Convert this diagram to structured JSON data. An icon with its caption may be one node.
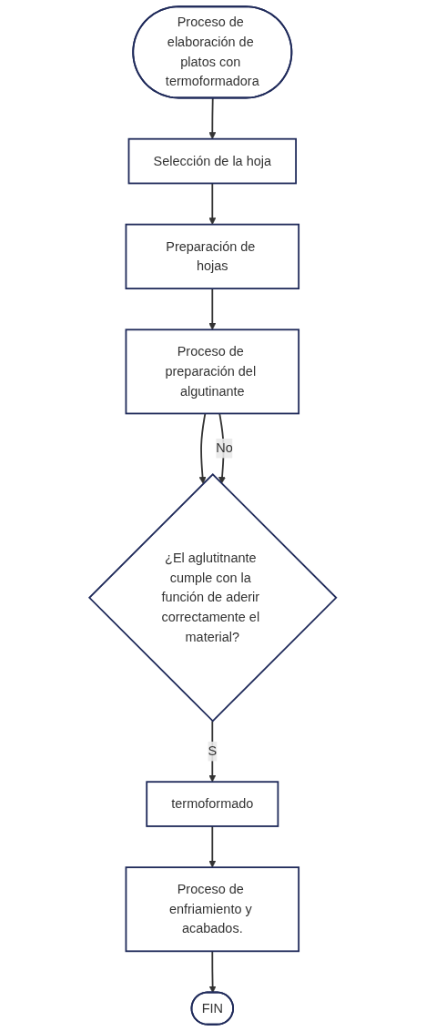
{
  "diagram": {
    "nodes": [
      {
        "text": [
          "Proceso de elaboración de platos con termoformadora"
        ]
      },
      {
        "text": [
          "Selección de la hoja"
        ]
      },
      {
        "text": [
          "Preparación de hojas"
        ]
      },
      {
        "text": [
          "Proceso de preparación del algutinante"
        ]
      },
      {
        "text": [
          "¿El aglutitnante cumple con la función de aderir correctamente el material?"
        ]
      },
      {
        "text": [
          "termoformado"
        ]
      },
      {
        "text": [
          "Proceso de enfriamiento y acabados."
        ]
      },
      {
        "text": [
          "FIN"
        ]
      }
    ],
    "edges": [
      {
        "from": 0,
        "to": 1,
        "arrow": "to"
      },
      {
        "from": 1,
        "to": 2,
        "arrow": "to"
      },
      {
        "from": 2,
        "to": 3,
        "arrow": "to"
      },
      {
        "from": 3,
        "to": 4,
        "arrow": "to"
      },
      {
        "from": 3,
        "to": 4,
        "arrow": "to",
        "label": "No"
      },
      {
        "from": 4,
        "to": 5,
        "arrow": "to",
        "label": "S"
      },
      {
        "from": 5,
        "to": 6,
        "arrow": "to"
      },
      {
        "from": 6,
        "to": 7,
        "arrow": "to"
      }
    ]
  }
}
